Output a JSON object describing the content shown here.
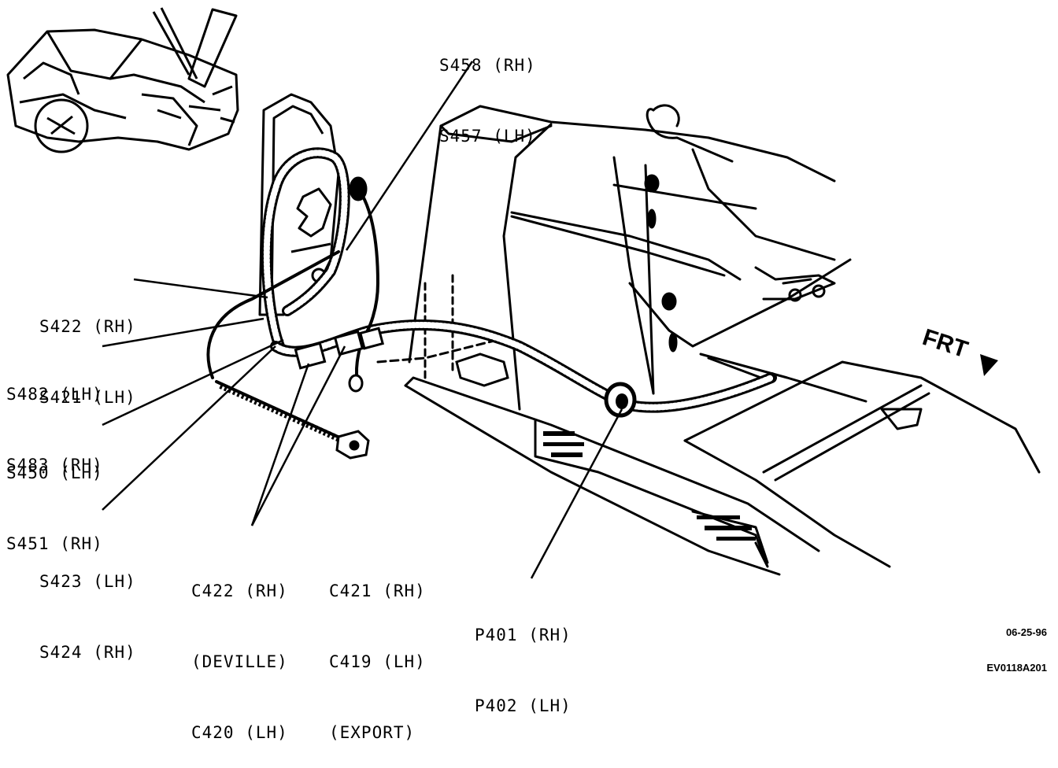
{
  "labels": {
    "s458": "S458 (RH)",
    "s457": "S457 (LH)",
    "s422": "S422 (RH)",
    "s421": "S421 (LH)",
    "s482": "S482 (LH)",
    "s483": "S483 (RH)",
    "s450": "S450 (LH)",
    "s451": "S451 (RH)",
    "s423": "S423 (LH)",
    "s424": "S424 (RH)",
    "c422": "C422 (RH)",
    "deville": "(DEVILLE)",
    "c420": "C420 (LH)",
    "c421": "C421 (RH)",
    "c419": "C419 (LH)",
    "export": "(EXPORT)",
    "p401": "P401 (RH)",
    "p402": "P402 (LH)"
  },
  "direction": "FRT",
  "code": {
    "date": "06-25-96",
    "id": "EV0118A201"
  }
}
